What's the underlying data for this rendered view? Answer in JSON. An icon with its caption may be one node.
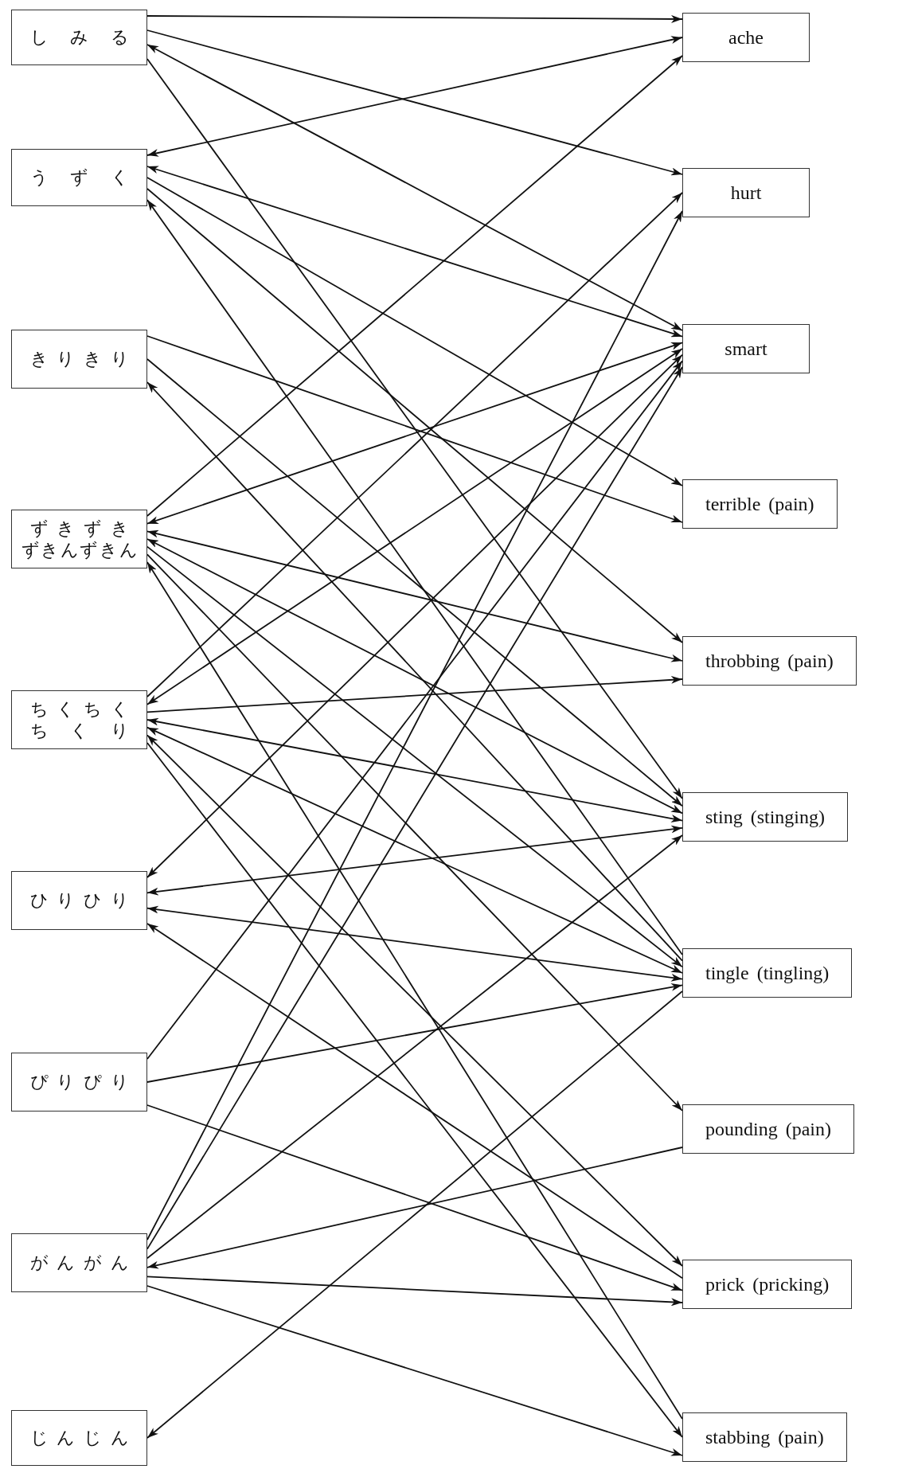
{
  "diagram": {
    "nodes": [
      {
        "text": [
          "しみる"
        ]
      },
      {
        "text": [
          "うずく"
        ]
      },
      {
        "text": [
          "きりきり"
        ]
      },
      {
        "text": [
          "ずきずき",
          "ずきんずきん"
        ]
      },
      {
        "text": [
          "ちくちく",
          "ちくり"
        ]
      },
      {
        "text": [
          "ひりひり"
        ]
      },
      {
        "text": [
          "ぴりぴり"
        ]
      },
      {
        "text": [
          "がんがん"
        ]
      },
      {
        "text": [
          "じんじん"
        ]
      },
      {
        "text": [
          "ache"
        ]
      },
      {
        "text": [
          "hurt"
        ]
      },
      {
        "text": [
          "smart"
        ]
      },
      {
        "text": [
          "terrible (pain)"
        ]
      },
      {
        "text": [
          "throbbing (pain)"
        ]
      },
      {
        "text": [
          "sting (stinging)"
        ]
      },
      {
        "text": [
          "tingle (tingling)"
        ]
      },
      {
        "text": [
          "pounding (pain)"
        ]
      },
      {
        "text": [
          "prick (pricking)"
        ]
      },
      {
        "text": [
          "stabbing (pain)"
        ]
      }
    ],
    "edges": [
      {
        "from": 0,
        "to": 9,
        "arrow": "to"
      },
      {
        "from": 0,
        "to": 10,
        "arrow": "to"
      },
      {
        "from": 0,
        "to": 11,
        "arrow": "both"
      },
      {
        "from": 0,
        "to": 14,
        "arrow": "to"
      },
      {
        "from": 1,
        "to": 9,
        "arrow": "both"
      },
      {
        "from": 1,
        "to": 11,
        "arrow": "both"
      },
      {
        "from": 1,
        "to": 12,
        "arrow": "to"
      },
      {
        "from": 1,
        "to": 13,
        "arrow": "to"
      },
      {
        "from": 15,
        "to": 1,
        "arrow": "to"
      },
      {
        "from": 2,
        "to": 12,
        "arrow": "to"
      },
      {
        "from": 2,
        "to": 14,
        "arrow": "to"
      },
      {
        "from": 15,
        "to": 2,
        "arrow": "to"
      },
      {
        "from": 3,
        "to": 9,
        "arrow": "to"
      },
      {
        "from": 3,
        "to": 11,
        "arrow": "both"
      },
      {
        "from": 3,
        "to": 13,
        "arrow": "both"
      },
      {
        "from": 3,
        "to": 14,
        "arrow": "both"
      },
      {
        "from": 3,
        "to": 15,
        "arrow": "to"
      },
      {
        "from": 3,
        "to": 16,
        "arrow": "to"
      },
      {
        "from": 18,
        "to": 3,
        "arrow": "to"
      },
      {
        "from": 4,
        "to": 10,
        "arrow": "to"
      },
      {
        "from": 4,
        "to": 11,
        "arrow": "both"
      },
      {
        "from": 4,
        "to": 13,
        "arrow": "to"
      },
      {
        "from": 4,
        "to": 14,
        "arrow": "both"
      },
      {
        "from": 4,
        "to": 15,
        "arrow": "both"
      },
      {
        "from": 4,
        "to": 17,
        "arrow": "both"
      },
      {
        "from": 4,
        "to": 18,
        "arrow": "to"
      },
      {
        "from": 5,
        "to": 11,
        "arrow": "both"
      },
      {
        "from": 5,
        "to": 14,
        "arrow": "both"
      },
      {
        "from": 5,
        "to": 15,
        "arrow": "both"
      },
      {
        "from": 17,
        "to": 5,
        "arrow": "to"
      },
      {
        "from": 6,
        "to": 11,
        "arrow": "to"
      },
      {
        "from": 6,
        "to": 15,
        "arrow": "to"
      },
      {
        "from": 6,
        "to": 17,
        "arrow": "to"
      },
      {
        "from": 7,
        "to": 10,
        "arrow": "to"
      },
      {
        "from": 7,
        "to": 11,
        "arrow": "to"
      },
      {
        "from": 7,
        "to": 14,
        "arrow": "to"
      },
      {
        "from": 16,
        "to": 7,
        "arrow": "to"
      },
      {
        "from": 7,
        "to": 17,
        "arrow": "to"
      },
      {
        "from": 7,
        "to": 18,
        "arrow": "to"
      },
      {
        "from": 15,
        "to": 8,
        "arrow": "to"
      }
    ]
  }
}
